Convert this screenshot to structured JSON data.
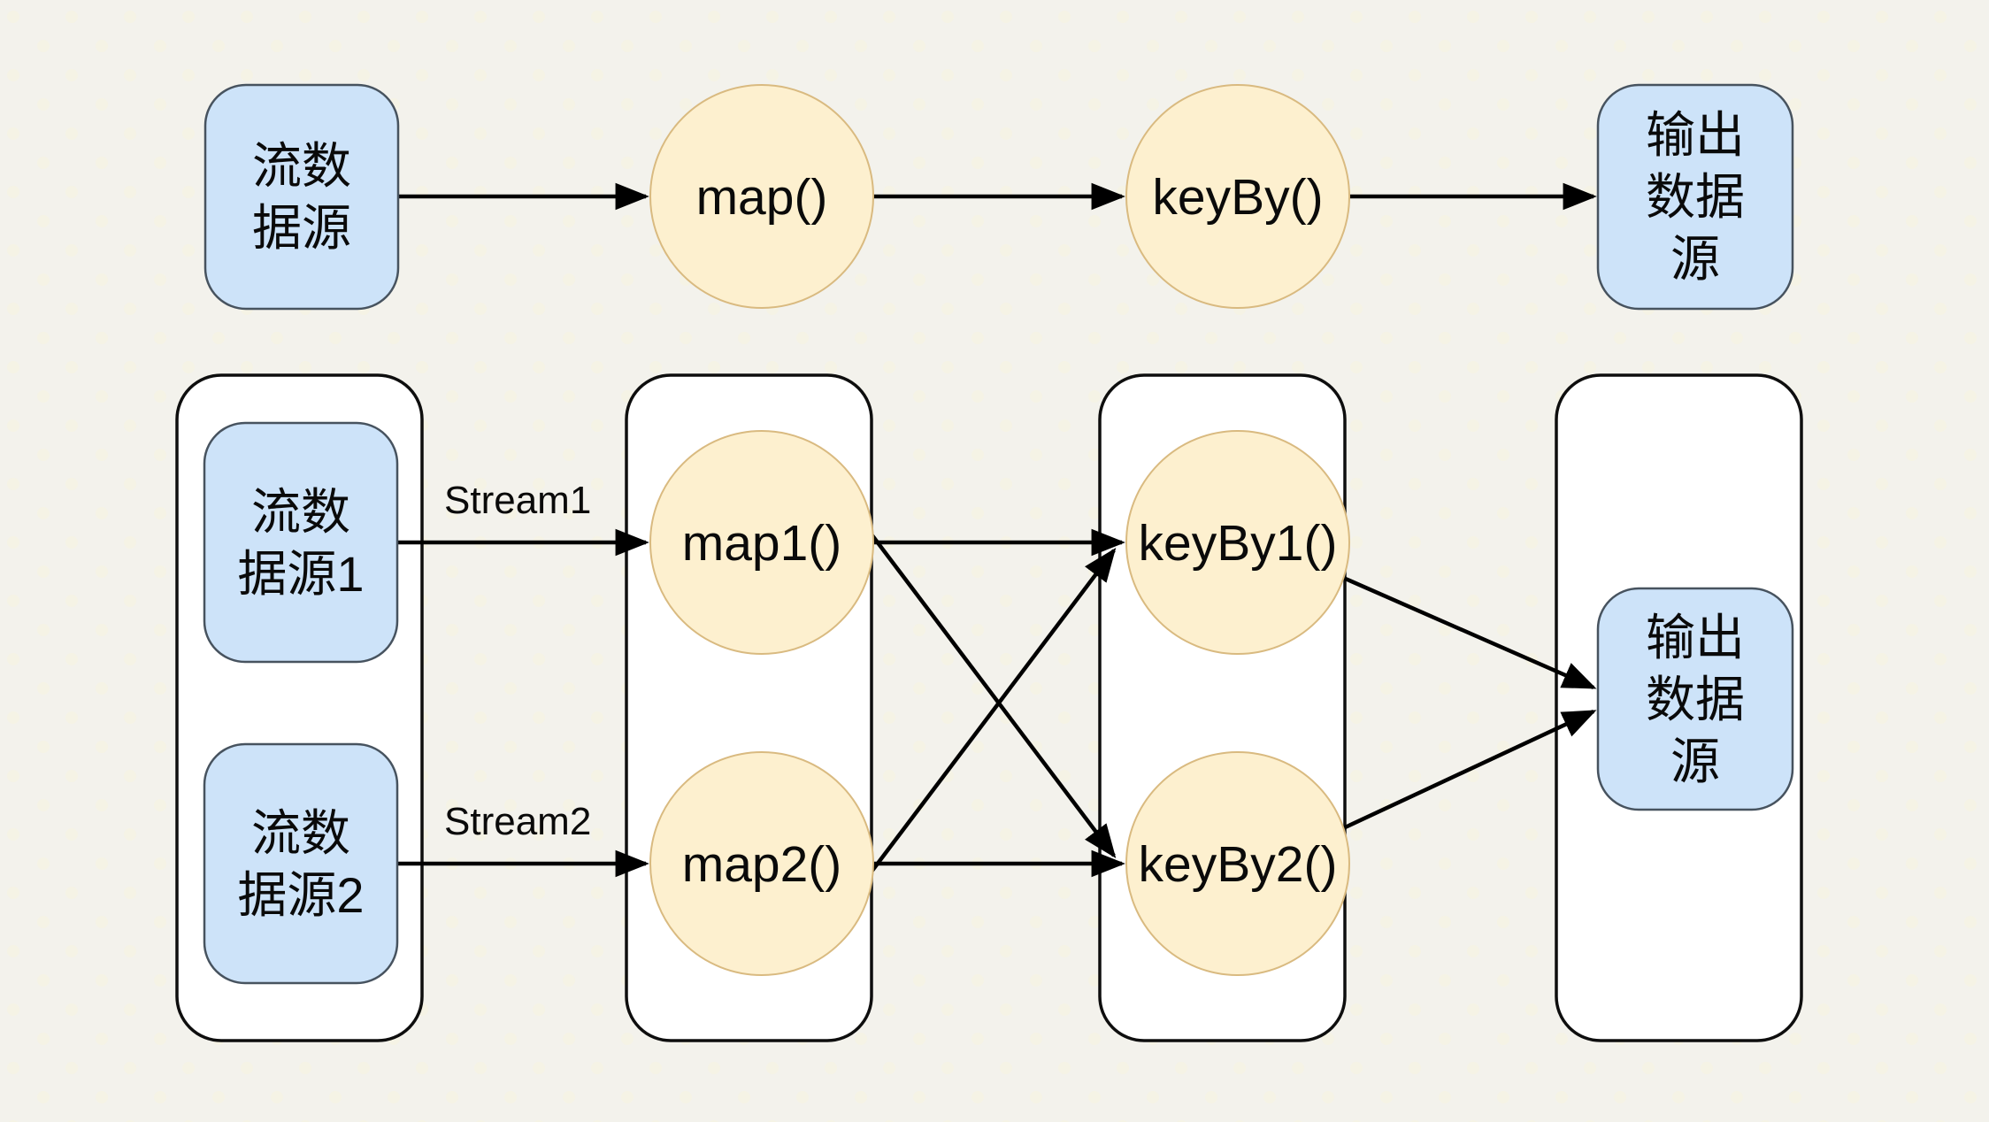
{
  "diagram": {
    "title_semantic": "stream-dataflow-parallel-diagram",
    "background_color": "#f3f2ec",
    "dot_color": "#f7f4df",
    "colors": {
      "source_sink_fill": "#cde3f9",
      "source_sink_border": "#47535f",
      "operator_fill": "#fdf0cf",
      "operator_border": "#d9ba80",
      "container_fill": "#ffffff",
      "container_border": "#0e0e0e",
      "arrow": "#000000"
    },
    "top": {
      "source": {
        "lines": [
          "流数",
          "据源"
        ]
      },
      "map_label": "map()",
      "keyby_label": "keyBy()",
      "sink": {
        "lines": [
          "输出",
          "数据",
          "源"
        ]
      }
    },
    "bottom": {
      "source1": {
        "lines": [
          "流数",
          "据源1"
        ]
      },
      "source2": {
        "lines": [
          "流数",
          "据源2"
        ]
      },
      "stream1": "Stream1",
      "stream2": "Stream2",
      "map1_label": "map1()",
      "map2_label": "map2()",
      "keyby1_label": "keyBy1()",
      "keyby2_label": "keyBy2()",
      "sink": {
        "lines": [
          "输出",
          "数据",
          "源"
        ]
      }
    }
  }
}
